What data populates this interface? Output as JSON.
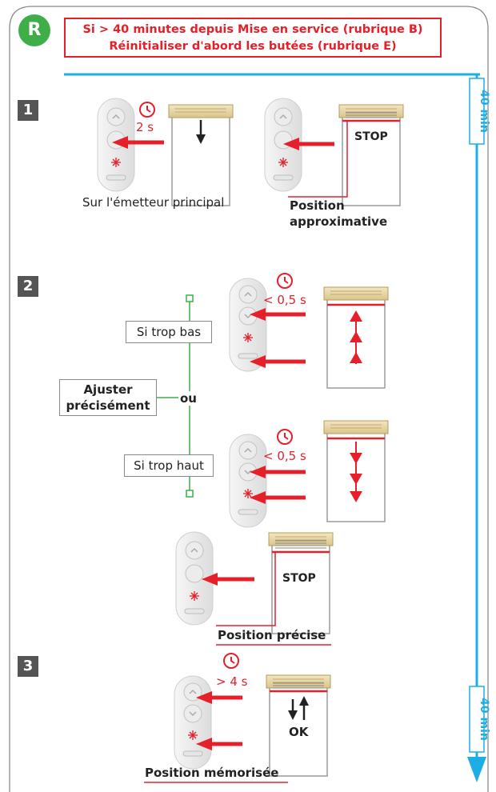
{
  "badge": "R",
  "warning": {
    "line1": "Si > 40 minutes depuis Mise en service (rubrique B)",
    "line2": "Réinitialiser d'abord les butées (rubrique E)"
  },
  "timeline": {
    "top_label": "40 min",
    "bottom_label": "40 min"
  },
  "steps": [
    "1",
    "2",
    "3"
  ],
  "step1": {
    "timer": "2 s",
    "caption": "Sur l'émetteur principal",
    "stop_label": "STOP",
    "position_label_1": "Position",
    "position_label_2": "approximative"
  },
  "step2": {
    "too_low": "Si trop bas",
    "too_high": "Si trop haut",
    "adjust_1": "Ajuster",
    "adjust_2": "précisément",
    "or": "ou",
    "timer_a": "< 0,5 s",
    "timer_b": "< 0,5 s",
    "stop_label": "STOP",
    "position_label": "Position précise"
  },
  "step3": {
    "timer": "> 4 s",
    "ok_label": "OK",
    "position_label": "Position mémorisée"
  },
  "colors": {
    "accent": "#e5202a",
    "timeline": "#1eaee6",
    "green": "#3fae49",
    "frame": "#9a9a9a"
  }
}
